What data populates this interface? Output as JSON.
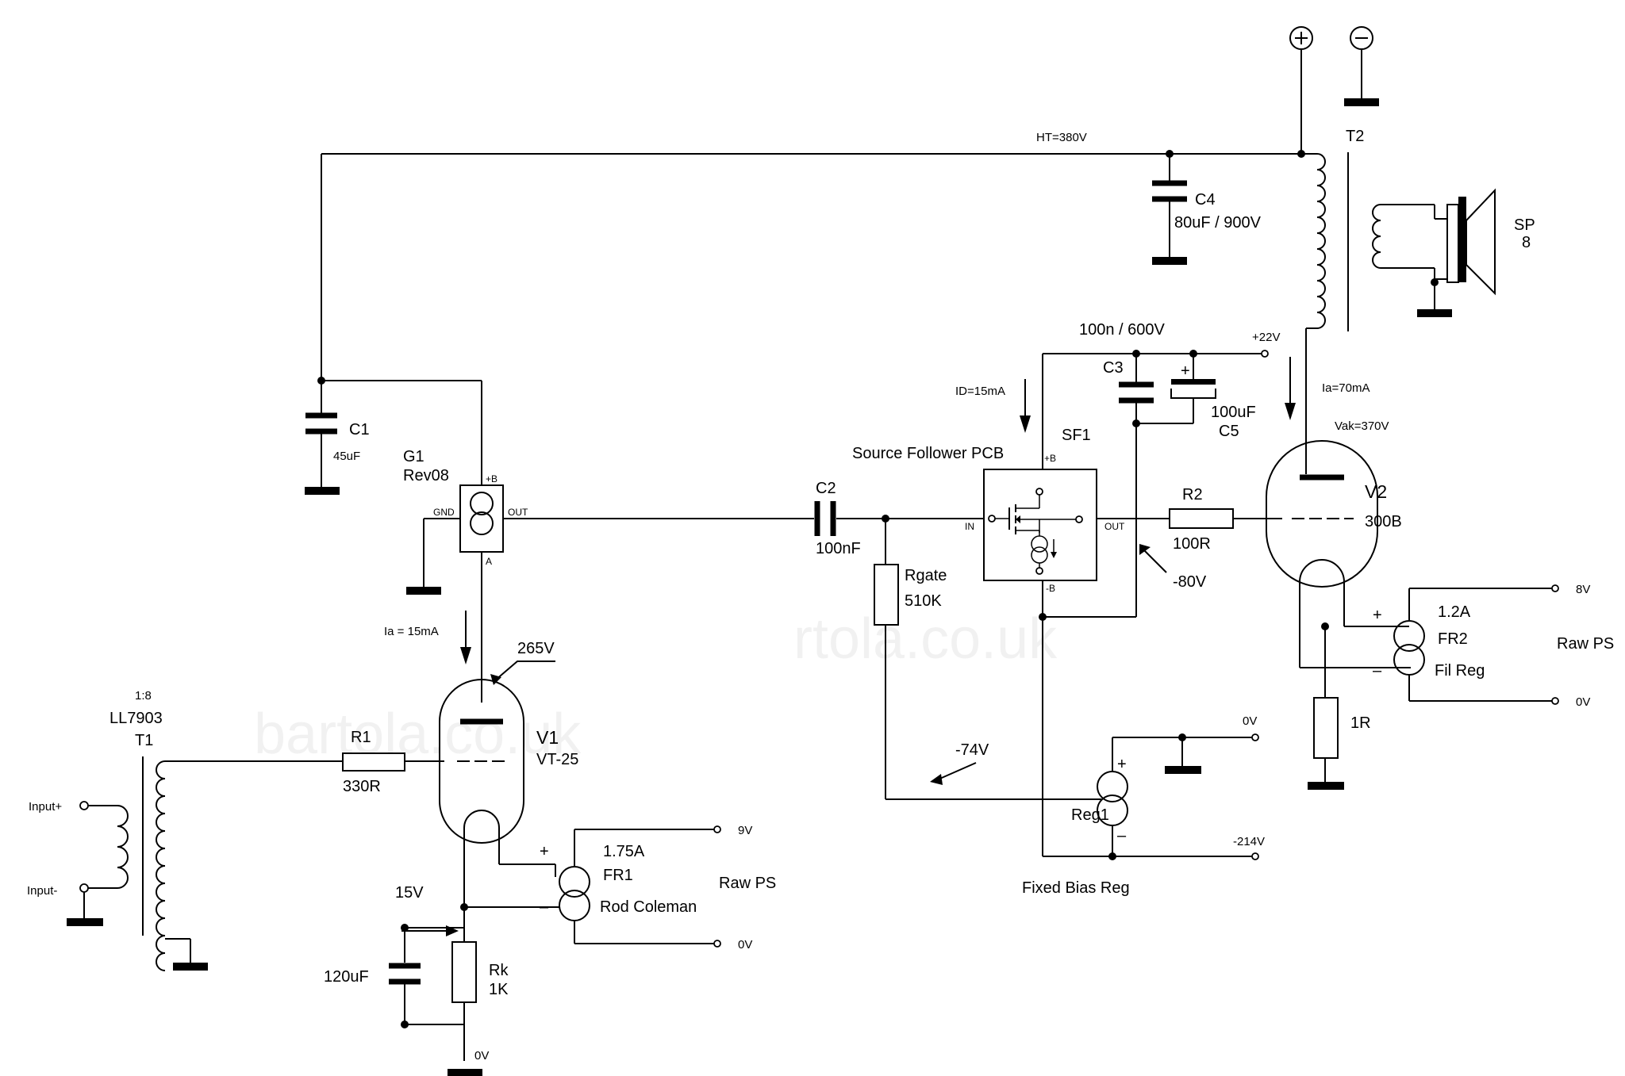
{
  "labels": {
    "ht": "HT=380V",
    "c1": "C1",
    "c1_val": "45uF",
    "g1": "G1",
    "g1_val": "Rev08",
    "g1_pin_b": "+B",
    "g1_pin_gnd": "GND",
    "g1_pin_out": "OUT",
    "g1_pin_a": "A",
    "c2": "C2",
    "c2_val": "100nF",
    "rgate": "Rgate",
    "rgate_val": "510K",
    "sf_pcb": "Source Follower PCB",
    "sf1": "SF1",
    "sf_pin_b_plus": "+B",
    "sf_pin_in": "IN",
    "sf_pin_out": "OUT",
    "sf_pin_b_minus": "-B",
    "id": "ID=15mA",
    "c3_val": "100n / 600V",
    "c3": "C3",
    "c5_val": "100uF",
    "c5": "C5",
    "v22": "+22V",
    "c4": "C4",
    "c4_val": "80uF / 900V",
    "t2": "T2",
    "sp": "SP",
    "sp_val": "8",
    "ia_v2": "Ia=70mA",
    "vak": "Vak=370V",
    "v2": "V2",
    "v2_val": "300B",
    "r2": "R2",
    "r2_val": "100R",
    "m80": "-80V",
    "v8": "8V",
    "fr2_current": "1.2A",
    "fr2": "FR2",
    "fr2_desc": "Fil Reg",
    "raw_ps_right": "Raw PS",
    "v0_fr2": "0V",
    "r1ohm": "1R",
    "v0_reg": "0V",
    "reg1": "Reg1",
    "m74": "-74V",
    "m214": "-214V",
    "fixed_bias": "Fixed Bias Reg",
    "ia_v1": "Ia = 15mA",
    "v265": "265V",
    "v1": "V1",
    "v1_val": "VT-25",
    "r1": "R1",
    "r1_val": "330R",
    "ratio": "1:8",
    "ll": "LL7903",
    "t1": "T1",
    "in_plus": "Input+",
    "in_minus": "Input-",
    "v9": "9V",
    "fr1_current": "1.75A",
    "fr1": "FR1",
    "fr1_desc": "Rod Coleman",
    "raw_ps_left": "Raw PS",
    "v0_fr1": "0V",
    "v15": "15V",
    "c120": "120uF",
    "rk": "Rk",
    "rk_val": "1K",
    "v0_k": "0V",
    "plus_sign": "+",
    "minus_sign": "–",
    "watermark1": "bartola.co.uk",
    "watermark2": "rtola.co.uk"
  },
  "icons": {
    "supply_plus": "plus-circle-icon",
    "supply_minus": "minus-circle-icon",
    "ground": "ground-icon",
    "current_source": "current-source-icon",
    "tube": "triode-icon",
    "speaker": "speaker-icon"
  },
  "colors": {
    "ink": "#000000",
    "paper": "#ffffff"
  }
}
